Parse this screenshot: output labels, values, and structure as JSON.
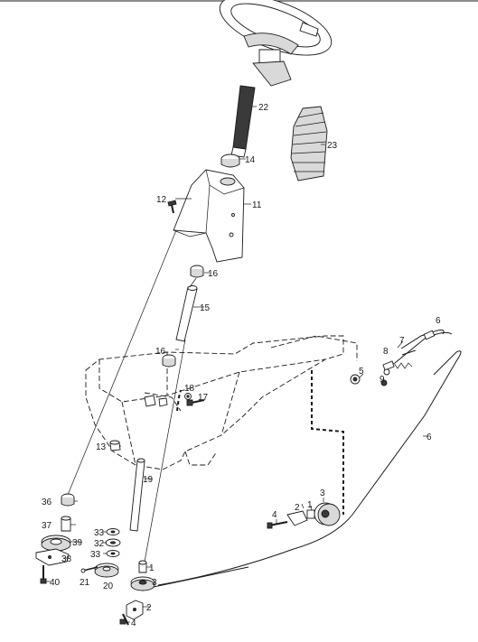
{
  "callouts": {
    "c22": "22",
    "c23": "23",
    "c14": "14",
    "c12": "12",
    "c11": "11",
    "c16a": "16",
    "c15": "15",
    "c16b": "16",
    "c18": "18",
    "c17": "17",
    "c13": "13",
    "c19": "19",
    "c36": "36",
    "c37": "37",
    "c39": "39",
    "c38": "38",
    "c40": "40",
    "c33a": "33",
    "c32": "32",
    "c33b": "33",
    "c21": "21",
    "c20": "20",
    "c1a": "1",
    "c3a": "3",
    "c2a": "2",
    "c4a": "4",
    "c5": "5",
    "c6a": "6",
    "c7": "7",
    "c8": "8",
    "c9": "9",
    "c6b": "6",
    "c4b": "4",
    "c2b": "2",
    "c1b": "1",
    "c3b": "3"
  }
}
